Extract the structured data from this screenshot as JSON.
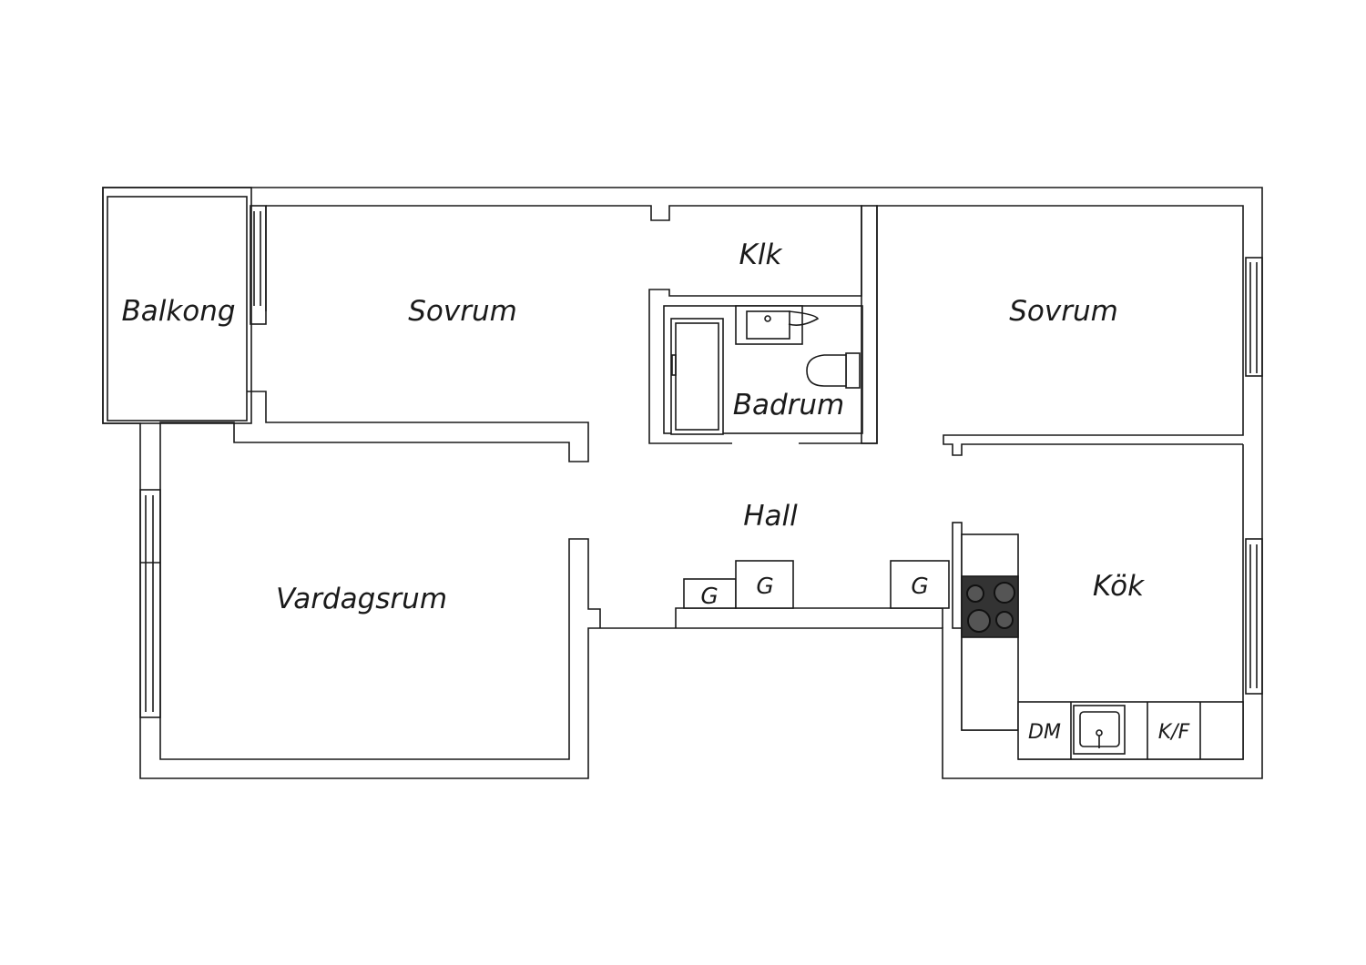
{
  "rooms": {
    "balkong": "Balkong",
    "sovrum_left": "Sovrum",
    "klk": "Klk",
    "badrum": "Badrum",
    "sovrum_right": "Sovrum",
    "hall": "Hall",
    "vardagsrum": "Vardagsrum",
    "kok": "Kök"
  },
  "fixtures": {
    "wardrobe_1": "G",
    "wardrobe_2": "G",
    "wardrobe_3": "G",
    "dishwasher": "DM",
    "fridge_freezer": "K/F"
  },
  "colors": {
    "line": "#1a1a1a",
    "background": "#ffffff",
    "stove": "#333333"
  }
}
